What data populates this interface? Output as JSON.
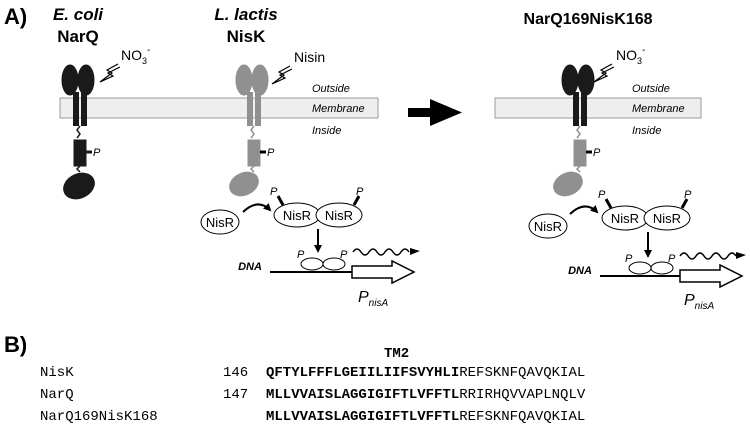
{
  "panel_a": {
    "label": "A)",
    "ecoli": {
      "species": "E. coli",
      "protein": "NarQ",
      "ligand_base": "NO",
      "ligand_sub": "3",
      "ligand_sup": "-"
    },
    "lactis": {
      "species": "L. lactis",
      "protein": "NisK",
      "ligand": "Nisin"
    },
    "hybrid": {
      "title": "NarQ169NisK168",
      "ligand_base": "NO",
      "ligand_sub": "3",
      "ligand_sup": "-"
    },
    "phospho": "P",
    "membrane": {
      "outside": "Outside",
      "membrane": "Membrane",
      "inside": "Inside"
    },
    "regulator": "NisR",
    "dna": {
      "label": "DNA",
      "promoter_base": "P",
      "promoter_sub": "nisA"
    },
    "colors": {
      "narq": "#1a1a1a",
      "nisk": "#909090",
      "membrane_fill": "#eeeeee",
      "membrane_stroke": "#999999"
    }
  },
  "panel_b": {
    "label": "B)",
    "tm_label": "TM2",
    "rows": [
      {
        "name": "NisK",
        "start": "146",
        "tm": "QFTYLFFFLGEIILIIFSVYHLI",
        "rest": "REFSKNFQAVQKIAL"
      },
      {
        "name": "NarQ",
        "start": "147",
        "tm": "MLLVVAISLAGGIGIFTLVFFTL",
        "rest": "RRIRHQVVAPLNQLV"
      },
      {
        "name": "NarQ169NisK168",
        "start": "",
        "tm": "MLLVVAISLAGGIGIFTLVFFTL",
        "rest": "REFSKNFQAVQKIAL"
      }
    ]
  }
}
